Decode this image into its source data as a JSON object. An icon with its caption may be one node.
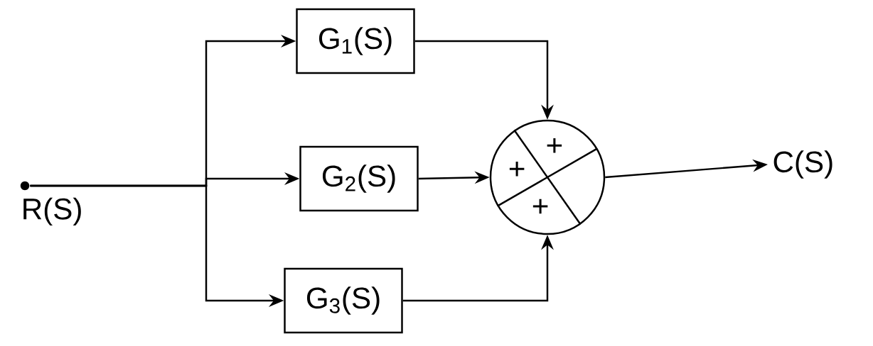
{
  "diagram": {
    "nodes": [
      {
        "text": [
          "R(S)"
        ]
      },
      {
        "text": [
          "G$_{1}$(S)"
        ]
      },
      {
        "text": [
          "G$_{2}$(S)"
        ]
      },
      {
        "text": [
          "G$_{3}$(S)"
        ]
      },
      {
        "text": [
          "+",
          "+",
          "+"
        ]
      },
      {
        "text": [
          "C(S)"
        ]
      }
    ],
    "edges": [
      {
        "from": 0,
        "to": 1,
        "arrow": "to"
      },
      {
        "from": 0,
        "to": 2,
        "arrow": "to"
      },
      {
        "from": 0,
        "to": 3,
        "arrow": "to"
      },
      {
        "from": 1,
        "to": 4,
        "arrow": "to"
      },
      {
        "from": 2,
        "to": 4,
        "arrow": "to"
      },
      {
        "from": 3,
        "to": 4,
        "arrow": "to"
      },
      {
        "from": 4,
        "to": 5,
        "arrow": "to"
      }
    ]
  }
}
